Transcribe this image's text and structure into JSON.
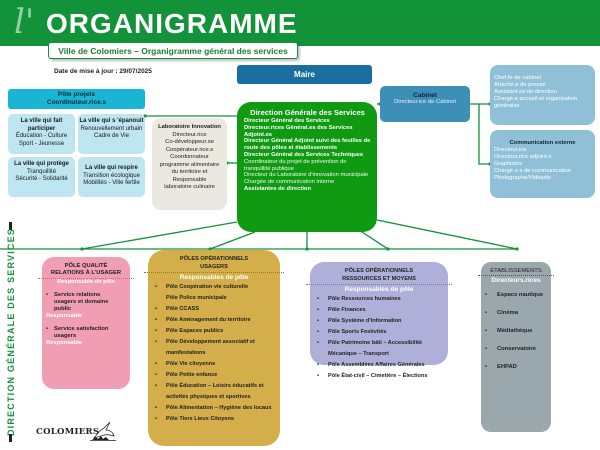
{
  "header": {
    "logo_letter": "l'",
    "title": "ORGANIGRAMME",
    "subtitle": "Ville de Colomiers – Organigramme général des services",
    "update_date": "Date de mise à jour : 29/07/2025"
  },
  "maire": {
    "label": "Maire"
  },
  "pole_projets": {
    "title": "Pôle projets",
    "role": "Coordinateur.rice.s",
    "villes": [
      {
        "title": "La ville qui fait participer",
        "lines": [
          "Éducation - Culture",
          "Sport - Jeunesse"
        ]
      },
      {
        "title": "La ville qui s 'épanouit",
        "lines": [
          "Renouvellement urbain",
          "Cadre de Vie"
        ]
      },
      {
        "title": "La ville qui protège",
        "lines": [
          "Tranquillité",
          "Sécurité - Solidarité"
        ]
      },
      {
        "title": "La ville qui respire",
        "lines": [
          "Transition écologique",
          "Mobilités - Ville fertile"
        ]
      }
    ]
  },
  "laboratoire": {
    "title": "Laboratoire Innovation",
    "lines": [
      "Directeur.rice",
      "Co-développeur.se",
      "Coopérateur.rice.s",
      "Coordonnateur",
      "programme alimentaire",
      "du territoire et",
      "Responsable",
      "laboratoire culinaire"
    ]
  },
  "dgs": {
    "title": "Direction Générale des Services",
    "lines": [
      {
        "text": "Directeur  Général des Services",
        "bold": true
      },
      {
        "text": "Directeur.rices Général.es des Services Adjoint.es",
        "bold": true
      },
      {
        "text": "Directeur Général Adjoint suivi des feuilles de route des pôles et établissements",
        "bold": true
      },
      {
        "text": "Directeur Général des Services Techniques",
        "bold": true
      },
      {
        "text": "Coordinateur du projet de prévention de tranquillité publique",
        "bold": false
      },
      {
        "text": "Directeur du Laboratoire d'innovation municipale",
        "bold": false
      },
      {
        "text": "Chargée de communication interne",
        "bold": false
      },
      {
        "text": "Assistantes de direction",
        "bold": true
      }
    ]
  },
  "cabinet": {
    "title": "Cabinet",
    "role": "Directeur.ice de Cabinet",
    "staff": [
      "Chef.fe de cabinet",
      "Attaché.e de presse",
      "Assistant.es de direction",
      "Chargé.e accueil et organisation générales"
    ],
    "communication": {
      "title": "Communication externe",
      "lines": [
        "Directeur.ice",
        "Directeur.rice adjoint.e",
        "Graphistes",
        "Chargé.e.s de communication",
        "Photographe/Vidéaste"
      ]
    }
  },
  "side_label": "DIRECTION GÉNÉRALE DES SERVICES",
  "poles": {
    "qualite": {
      "title": "PÔLE QUALITÉ RELATIONS À L'USAGER",
      "responsable": "Responsable de pôle",
      "items": [
        {
          "name": "Service relations usagers et domaine public",
          "role": "Responsable"
        },
        {
          "name": "Service satisfaction usagers",
          "role": "Responsable"
        }
      ]
    },
    "usagers": {
      "title": "PÔLES OPÉRATIONNELS USAGERS",
      "responsable": "Responsables de pôle",
      "items": [
        "Pôle Coopération vie culturelle",
        "Pôle Police municipale",
        "Pôle CCASS",
        "Pôle Aménagement du territoire",
        "Pôle Espaces publics",
        "Pôle Développement associatif et manifestations",
        "Pôle Vie citoyenne",
        "Pôle Petite enfance",
        "Pôle Éducation – Loisirs éducatifs et activités physiques et sportives",
        "Pôle Alimentation – Hygiène des locaux",
        "Pôle Tiers Lieux Citoyens"
      ],
      "no_bullet_index": 1
    },
    "ressources": {
      "title": "PÔLES OPÉRATIONNELS RESSOURCES ET MOYENS",
      "responsable": "Responsables de pôle",
      "items": [
        "Pôle Ressources humaines",
        "Pôle Finances",
        "Pôle Système d'Information",
        "Pôle Sports Festivités",
        "Pôle Patrimoine bâti – Accessibilité Mécanique – Transport",
        "Pôle Assemblées Affaires Générales",
        "Pôle État-civil  – Cimetière – Élections"
      ]
    },
    "etablissements": {
      "title": "ÉTABLISSEMENTS",
      "responsable": "Directeurs.rices",
      "items": [
        "Espace nautique",
        "Cinéma",
        "Médiathèque",
        "Conservatoire",
        "EHPAD"
      ]
    }
  },
  "footer": {
    "logo_text": "COLOMIERS"
  },
  "colors": {
    "green": "#12933a",
    "dgs_green": "#0f9a12",
    "maire_blue": "#1a6fa0",
    "projets_cyan": "#1ab5d4",
    "ville_light": "#bde6f0",
    "cabinet_blue": "#3d8fb8",
    "cabinet_light": "#8fc0d8",
    "pink": "#f19eb4",
    "gold": "#d4ae4a",
    "purple": "#aeb0da",
    "grey": "#9aa7ad"
  }
}
